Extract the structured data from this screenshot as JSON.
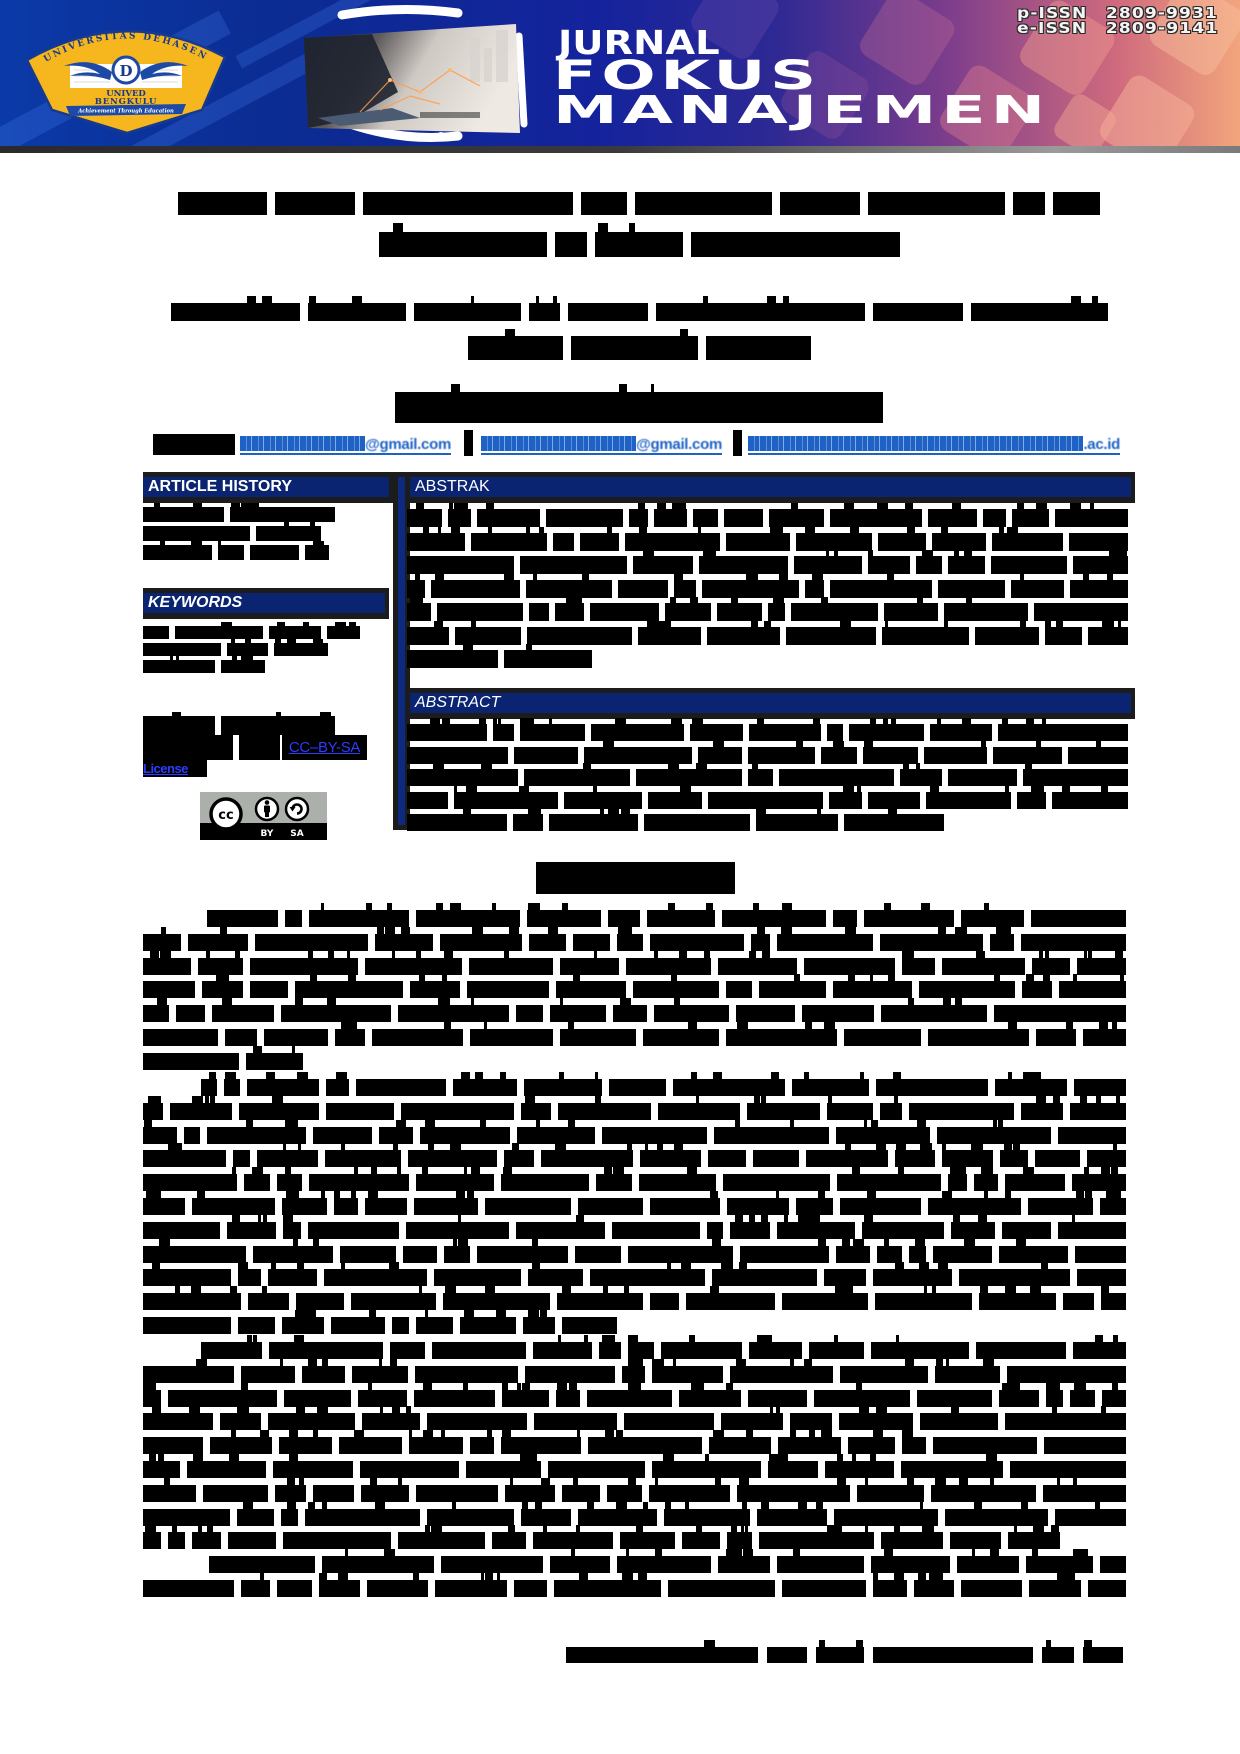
{
  "banner": {
    "logo": {
      "arc_text": "UNIVERSITAS DEHASEN",
      "emblem_letter": "D",
      "name_line_1": "UNIVED",
      "name_line_2": "BENGKULU",
      "motto": "Achievement Through Education"
    },
    "journal_label": "JURNAL",
    "journal_title_line_1": "FOKUS",
    "journal_title_line_2": "MANAJEMEN",
    "issn": [
      {
        "label": "p-ISSN",
        "value": "2809-9931"
      },
      {
        "label": "e-ISSN",
        "value": "2809-9141"
      }
    ]
  },
  "colors": {
    "header_blue": "#0b2472",
    "header_border": "#1c1c1c",
    "email_link_blue": "#1f62c6",
    "license_link_blue": "#2b3dff",
    "logo_yellow": "#f6b61d",
    "logo_blue": "#173a8c",
    "redaction": "#000000"
  },
  "article": {
    "title": {
      "redacted": true,
      "line_word_widths": [
        [
          89,
          80,
          210,
          46,
          137,
          80,
          137,
          32,
          47
        ],
        [
          168,
          32,
          88,
          209
        ]
      ]
    },
    "authors": {
      "redacted": true,
      "line_word_widths": [
        [
          129,
          98,
          107,
          31,
          80,
          209,
          90,
          137
        ],
        [
          95,
          127,
          105
        ]
      ]
    },
    "affiliation": {
      "redacted": true,
      "line_word_widths": [
        [
          488
        ]
      ]
    },
    "contact": {
      "label": {
        "redacted": true,
        "line_word_widths": [
          [
            82
          ]
        ]
      },
      "emails": [
        {
          "visible_part": "@gmail.com",
          "obscured_local_part": true
        },
        {
          "visible_part": "@gmail.com",
          "obscured_local_part": true
        },
        {
          "visible_part": ".ac.id",
          "obscured_local_part": true
        }
      ]
    }
  },
  "sidebar": {
    "article_history": {
      "heading": "ARTICLE HISTORY",
      "content": {
        "redacted": true,
        "line_widths": [
          192,
          178,
          186
        ]
      }
    },
    "keywords": {
      "heading": "KEYWORDS",
      "content": {
        "redacted": true,
        "line_widths": [
          217,
          185,
          122
        ]
      }
    },
    "license": {
      "text_line_1": {
        "redacted": true,
        "line_widths": [
          192
        ]
      },
      "text_line_2": {
        "redacted": true,
        "line_widths": [
          137
        ]
      },
      "link_text": "CC–BY-SA",
      "link_text_2": "License",
      "badge": {
        "cc": "cc",
        "by": "BY",
        "sa": "SA"
      }
    }
  },
  "abstracts": {
    "abstrak": {
      "heading": "ABSTRAK",
      "content": {
        "redacted": true,
        "lines": 7,
        "indent": 0,
        "last_line_end": 185
      }
    },
    "abstract": {
      "heading": "ABSTRACT",
      "content": {
        "redacted": true,
        "lines": 5,
        "indent": 0,
        "last_line_end": 537
      }
    }
  },
  "body": {
    "section_heading": {
      "redacted": true,
      "line_word_widths": [
        [
          199
        ]
      ]
    },
    "paragraphs": [
      {
        "redacted": true,
        "lines": 7,
        "indent": 64,
        "last_line_end": 160
      },
      {
        "redacted": true,
        "lines": 11,
        "indent": 58,
        "last_line_end": 474
      },
      {
        "redacted": true,
        "lines": 9,
        "indent": 58,
        "last_line_end": 917
      },
      {
        "redacted": true,
        "lines": 2,
        "indent": 66,
        "last_line_end": null
      }
    ]
  },
  "page_footer": {
    "redacted": true,
    "line_word_widths": [
      [
        192,
        40,
        48,
        160,
        32,
        40
      ]
    ]
  }
}
